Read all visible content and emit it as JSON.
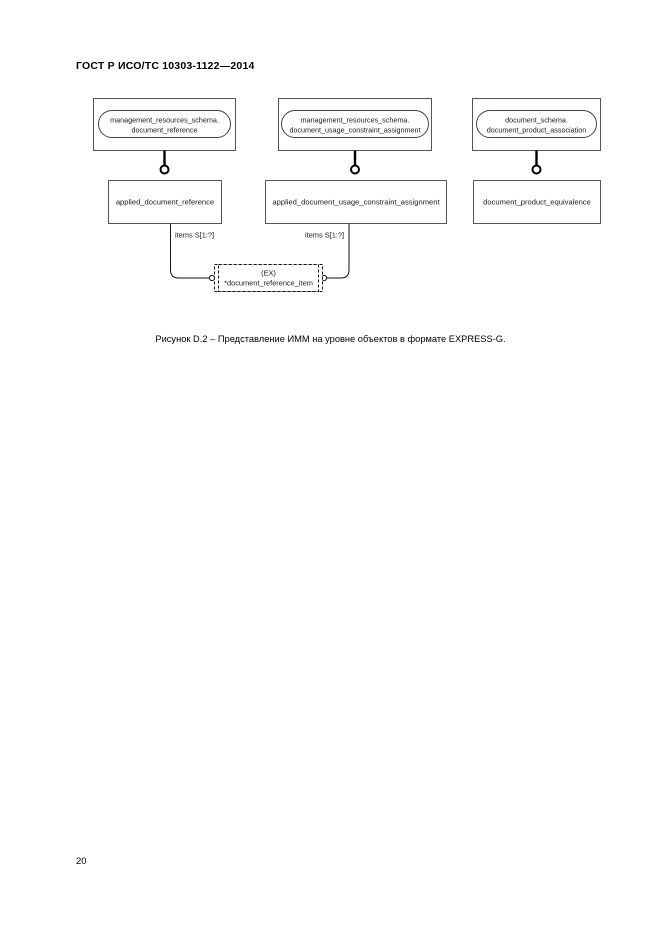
{
  "document": {
    "header": "ГОСТ Р ИСО/ТС 10303-1122—2014",
    "page_number": "20"
  },
  "figure": {
    "caption": "Рисунок D.2 –  Представление ИММ на уровне объектов в формате EXPRESS-G.",
    "schema_boxes": [
      {
        "line1": "management_resources_schema.",
        "line2": "document_reference"
      },
      {
        "line1": "management_resources_schema.",
        "line2": "document_usage_constraint_assignment"
      },
      {
        "line1": "document_schema.",
        "line2": "document_product_association"
      }
    ],
    "entity_boxes": [
      {
        "label": "applied_document_reference"
      },
      {
        "label": "applied_document_usage_constraint_assignment"
      },
      {
        "label": "document_product_equivalence"
      }
    ],
    "role_labels": [
      {
        "text": "items S[1:?]"
      },
      {
        "text": "items S[1:?]"
      }
    ],
    "select_box": {
      "line1": "(EX)",
      "line2": "*document_reference_item"
    },
    "colors": {
      "stroke": "#555555",
      "link": "#000000",
      "text": "#1a1a1a",
      "background": "#ffffff"
    }
  }
}
